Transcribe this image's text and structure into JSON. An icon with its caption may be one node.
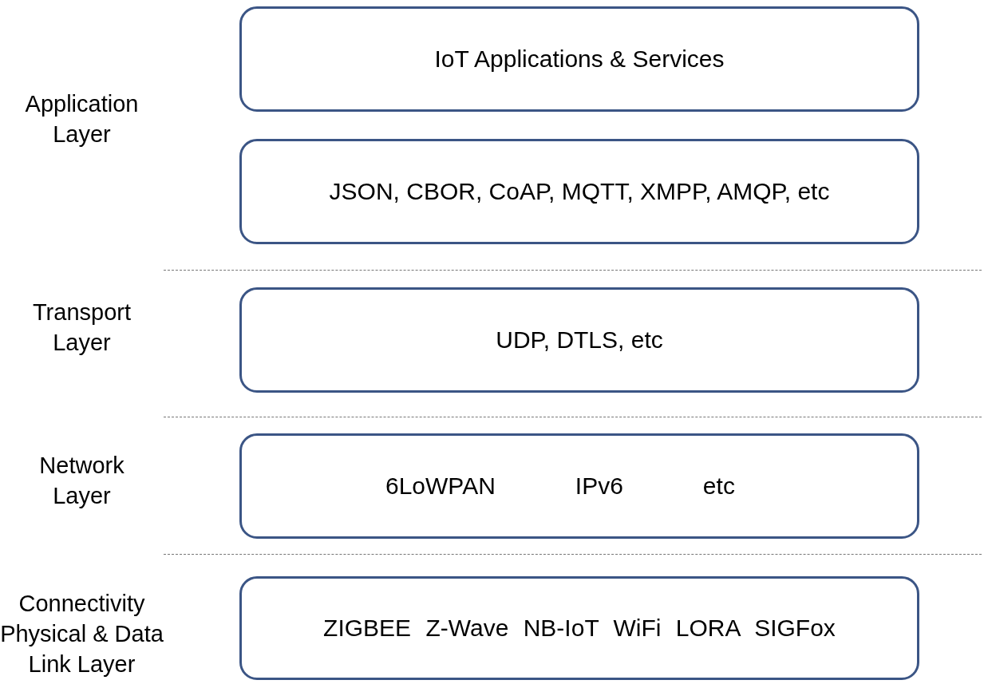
{
  "diagram": {
    "nodes": [
      {
        "text": [
          "IoT Applications & Services"
        ]
      },
      {
        "text": [
          "JSON, CBOR, CoAP, MQTT, XMPP, AMQP, etc"
        ]
      },
      {
        "text": [
          "UDP, DTLS, etc"
        ]
      },
      {
        "text": [
          "6LoWPAN",
          "IPv6",
          "etc"
        ]
      },
      {
        "text": [
          "ZIGBEE Z-Wave NB-IoT WiFi LORA SIGFox"
        ]
      }
    ],
    "labels": [
      "Application Layer",
      "Transport Layer",
      "Network Layer",
      "Connectivity Physical & Data Link Layer"
    ]
  }
}
